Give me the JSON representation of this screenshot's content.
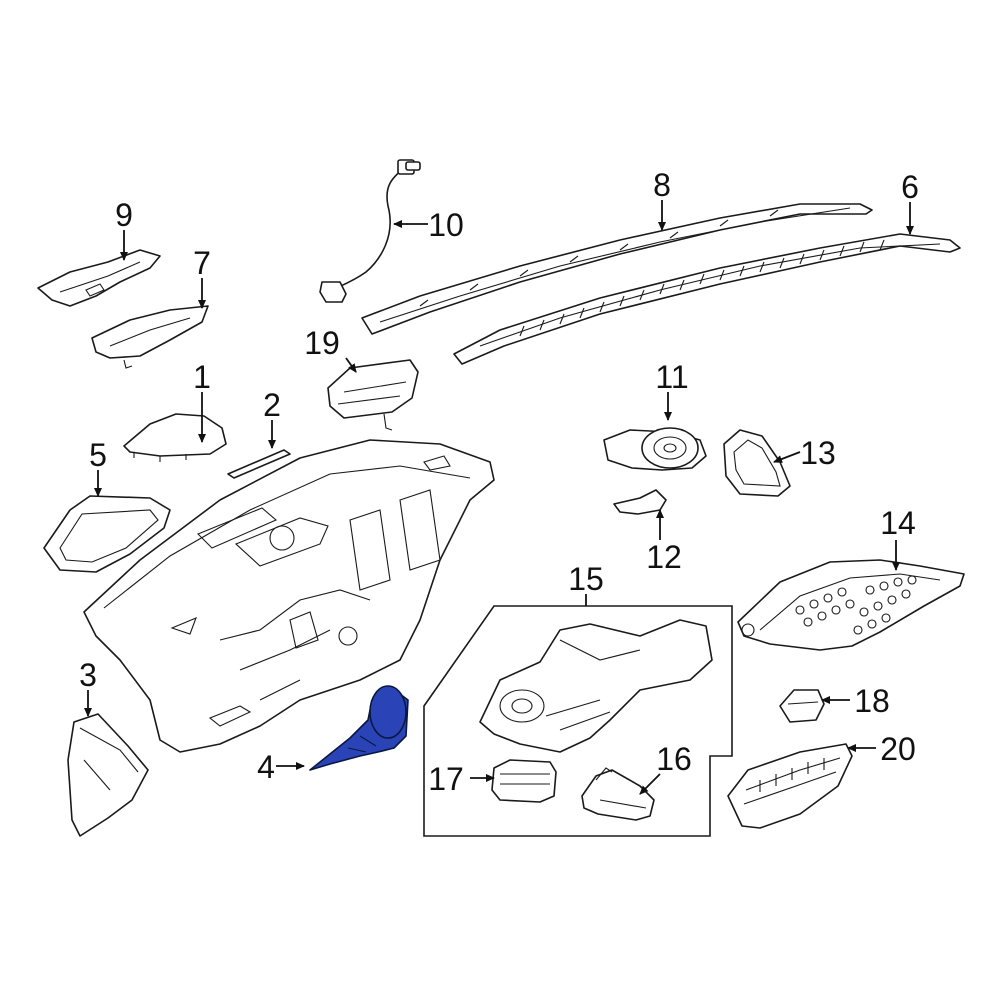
{
  "diagram": {
    "highlight_color": "#2a44b8",
    "callouts": {
      "c1": "1",
      "c2": "2",
      "c3": "3",
      "c4": "4",
      "c5": "5",
      "c6": "6",
      "c7": "7",
      "c8": "8",
      "c9": "9",
      "c10": "10",
      "c11": "11",
      "c12": "12",
      "c13": "13",
      "c14": "14",
      "c15": "15",
      "c16": "16",
      "c17": "17",
      "c18": "18",
      "c19": "19",
      "c20": "20"
    }
  }
}
